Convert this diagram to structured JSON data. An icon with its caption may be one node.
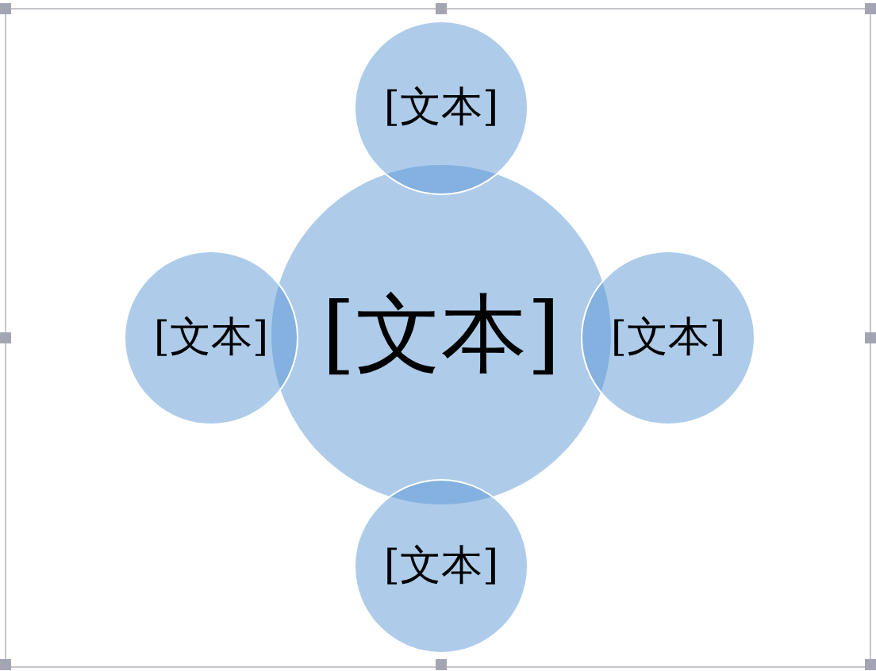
{
  "diagram": {
    "nodes": [
      {
        "text": [
          "[文本]"
        ]
      },
      {
        "text": [
          "[文本]"
        ]
      },
      {
        "text": [
          "[文本]"
        ]
      },
      {
        "text": [
          "[文本]"
        ]
      },
      {
        "text": [
          "[文本]"
        ]
      }
    ]
  }
}
